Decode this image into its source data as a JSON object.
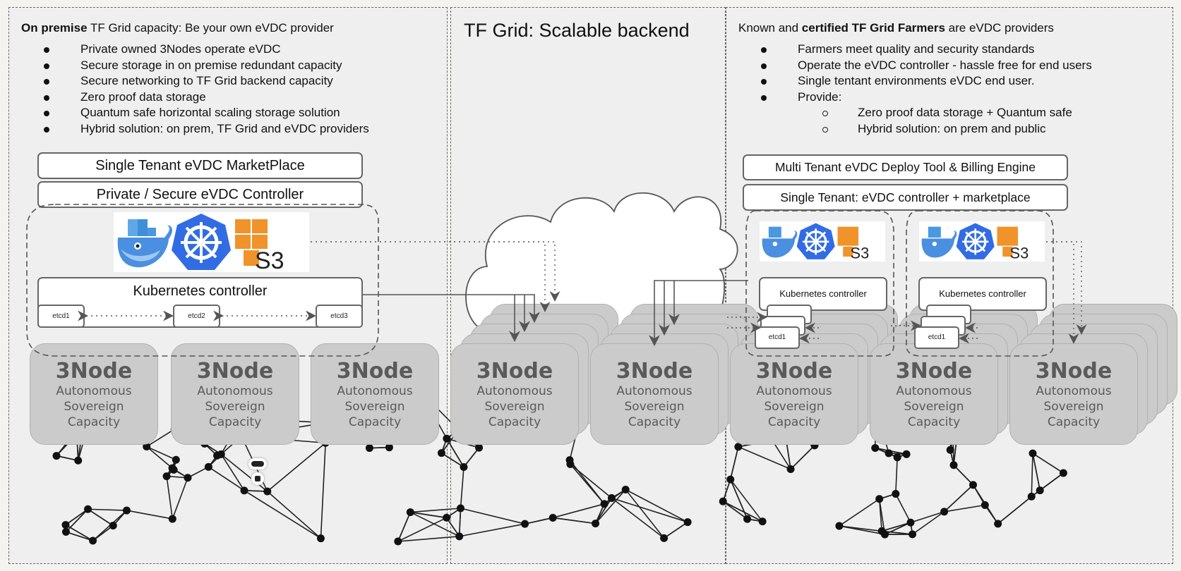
{
  "left_panel": {
    "heading_bold": "On premise",
    "heading_rest": " TF Grid capacity: Be your own eVDC provider",
    "bullets": [
      "Private owned 3Nodes operate eVDC",
      "Secure storage in on premise redundant capacity",
      "Secure networking to TF Grid backend capacity",
      "Zero proof data storage",
      "Quantum safe horizontal scaling storage solution",
      "Hybrid solution: on prem, TF Grid and eVDC providers"
    ],
    "marketplace_box": "Single Tenant eVDC MarketPlace",
    "controller_box": "Private / Secure eVDC Controller",
    "k8s_controller": "Kubernetes controller",
    "etcd": [
      "etcd1",
      "etcd2",
      "etcd3"
    ],
    "s3_label": "S3"
  },
  "middle_panel": {
    "title": "TF Grid: Scalable backend"
  },
  "right_panel": {
    "heading_pre": "Known and ",
    "heading_bold": "certified TF Grid Farmers",
    "heading_post": " are eVDC providers",
    "bullets": [
      "Farmers meet quality and security standards",
      "Operate the eVDC controller - hassle free for end users",
      "Single tentant environments eVDC end user.",
      "Provide:"
    ],
    "sub_bullets": [
      "Zero proof data storage + Quantum safe",
      "Hybrid solution: on prem and public"
    ],
    "deploy_box": "Multi Tenant eVDC Deploy Tool & Billing Engine",
    "single_tenant_box": "Single Tenant: eVDC controller + marketplace",
    "k8s_controller": "Kubernetes controller",
    "etcd_front": "etcd1",
    "s3_label": "S3"
  },
  "node": {
    "title": "3Node",
    "line1": "Autonomous",
    "line2": "Sovereign",
    "line3": "Capacity"
  },
  "colors": {
    "docker_blue": "#4a8fe0",
    "kubernetes_blue": "#326ce5",
    "aws_orange": "#f0932b",
    "node_gray": "#cbcbcb"
  }
}
